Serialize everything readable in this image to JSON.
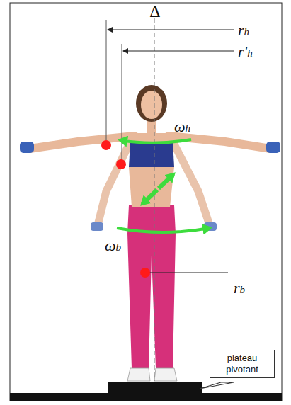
{
  "diagram": {
    "nodes": [
      {
        "text": [
          "plateau pivotant"
        ]
      }
    ],
    "labels": [
      "Δ",
      "rh",
      "r'h",
      "ωh",
      "ωb",
      "rb"
    ]
  }
}
